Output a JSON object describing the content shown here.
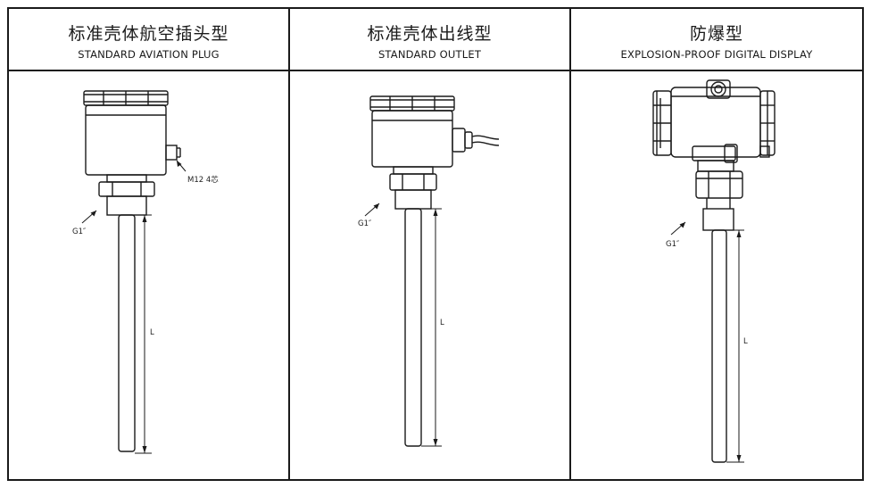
{
  "columns": [
    {
      "title_zh": "标准壳体航空插头型",
      "title_en": "STANDARD AVIATION PLUG",
      "thread_label": "G1″",
      "connector_label": "M12 4芯",
      "length_label": "L"
    },
    {
      "title_zh": "标准壳体出线型",
      "title_en": "STANDARD OUTLET",
      "thread_label": "G1″",
      "length_label": "L"
    },
    {
      "title_zh": "防爆型",
      "title_en": "EXPLOSION-PROOF DIGITAL DISPLAY",
      "thread_label": "G1″",
      "length_label": "L"
    }
  ]
}
